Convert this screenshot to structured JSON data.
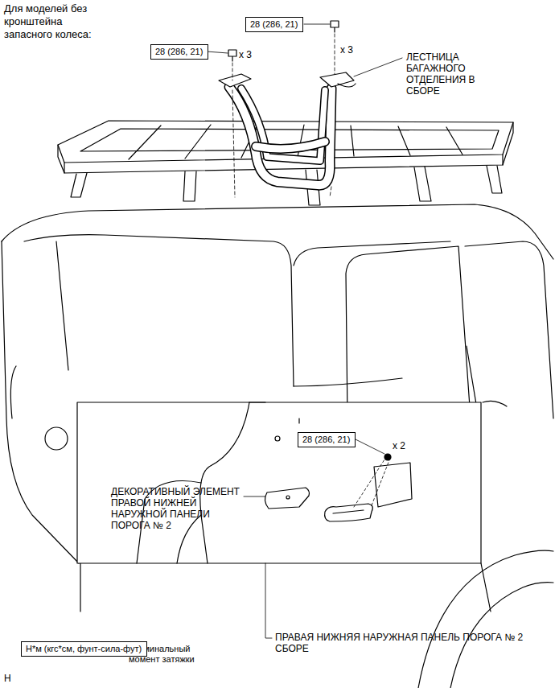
{
  "diagram": {
    "title": "Для моделей без кронштейна запасного колеса:",
    "nodes": [
      {
        "text": [
          "28 (286, 21)"
        ]
      },
      {
        "text": [
          "28 (286, 21)"
        ]
      },
      {
        "text": [
          "28 (286, 21)"
        ]
      },
      {
        "text": [
          "Н*м (кгс*см, фунт-сила-фут)"
        ]
      }
    ],
    "labels": [
      "x 3",
      "x 3",
      "ЛЕСТНИЦА БАГАЖНОГО ОТДЕЛЕНИЯ В СБОРЕ",
      "x 2",
      "ДЕКОРАТИВНЫЙ ЭЛЕМЕНТ ПРАВОЙ НИЖНЕЙ НАРУЖНОЙ ПАНЕЛИ ПОРОГА № 2",
      "ПРАВАЯ НИЖНЯЯ НАРУЖНАЯ ПАНЕЛЬ ПОРОГА № 2 СБОРЕ",
      ": номинальный момент затяжки",
      "H"
    ]
  }
}
